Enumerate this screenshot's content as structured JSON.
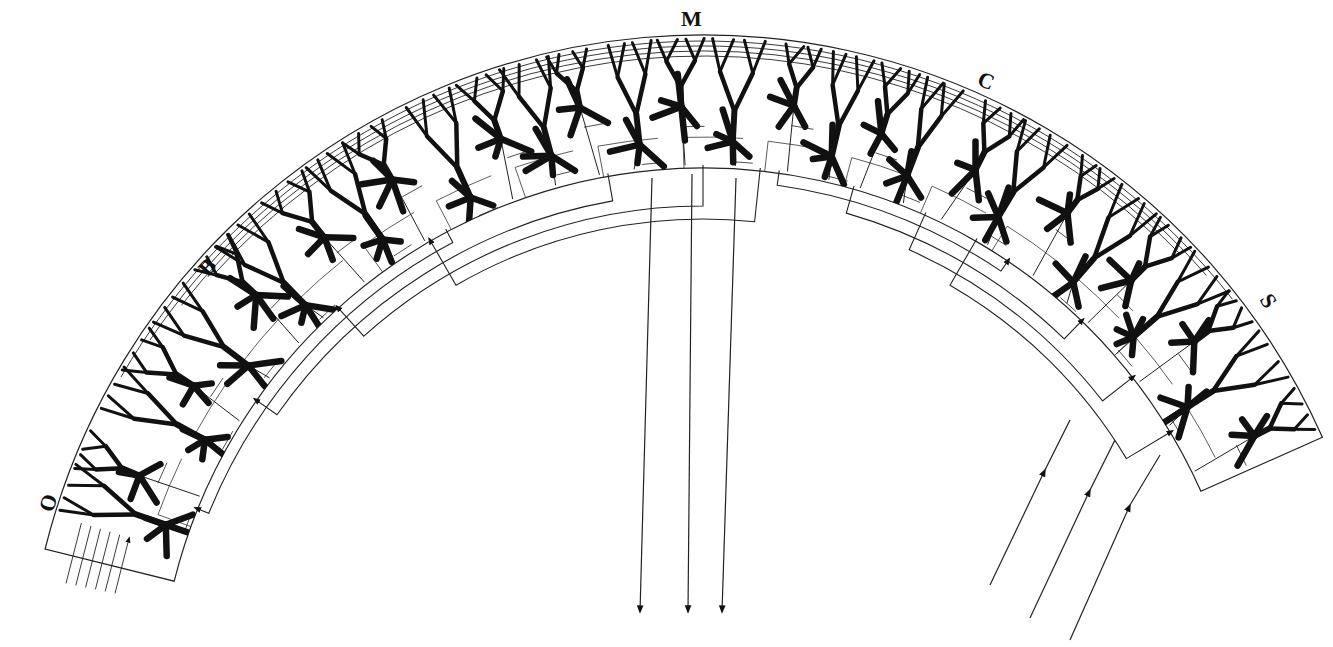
{
  "diagram": {
    "labels": [
      "O",
      "B",
      "M",
      "C",
      "S"
    ]
  }
}
